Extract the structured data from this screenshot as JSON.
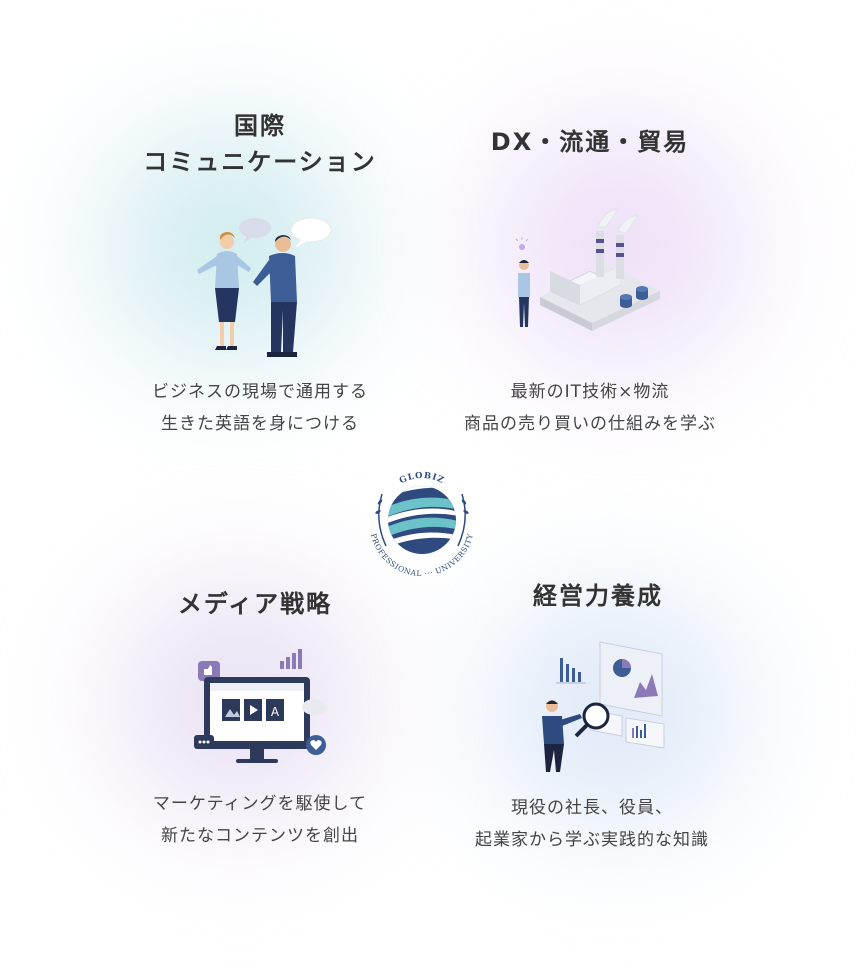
{
  "sections": [
    {
      "title_lines": [
        "国際",
        "コミュニケーション"
      ],
      "desc_lines": [
        "ビジネスの現場で通用する",
        "生きた英語を身につける"
      ]
    },
    {
      "title_lines": [
        "DX・流通・貿易"
      ],
      "desc_lines": [
        "最新のIT技術×物流",
        "商品の売り買いの仕組みを学ぶ"
      ]
    },
    {
      "title_lines": [
        "メディア戦略"
      ],
      "desc_lines": [
        "マーケティングを駆使して",
        "新たなコンテンツを創出"
      ]
    },
    {
      "title_lines": [
        "経営力養成"
      ],
      "desc_lines": [
        "現役の社長、役員、",
        "起業家から学ぶ実践的な知識"
      ]
    }
  ],
  "emblem": {
    "top_text": "GLOBIZ",
    "ring_text": "PROFESSIONAL ··· UNIVERSITY"
  },
  "colors": {
    "navy": "#2e4a7f",
    "teal": "#6cc2c9",
    "purple": "#8c7ab8",
    "text": "#333333"
  }
}
